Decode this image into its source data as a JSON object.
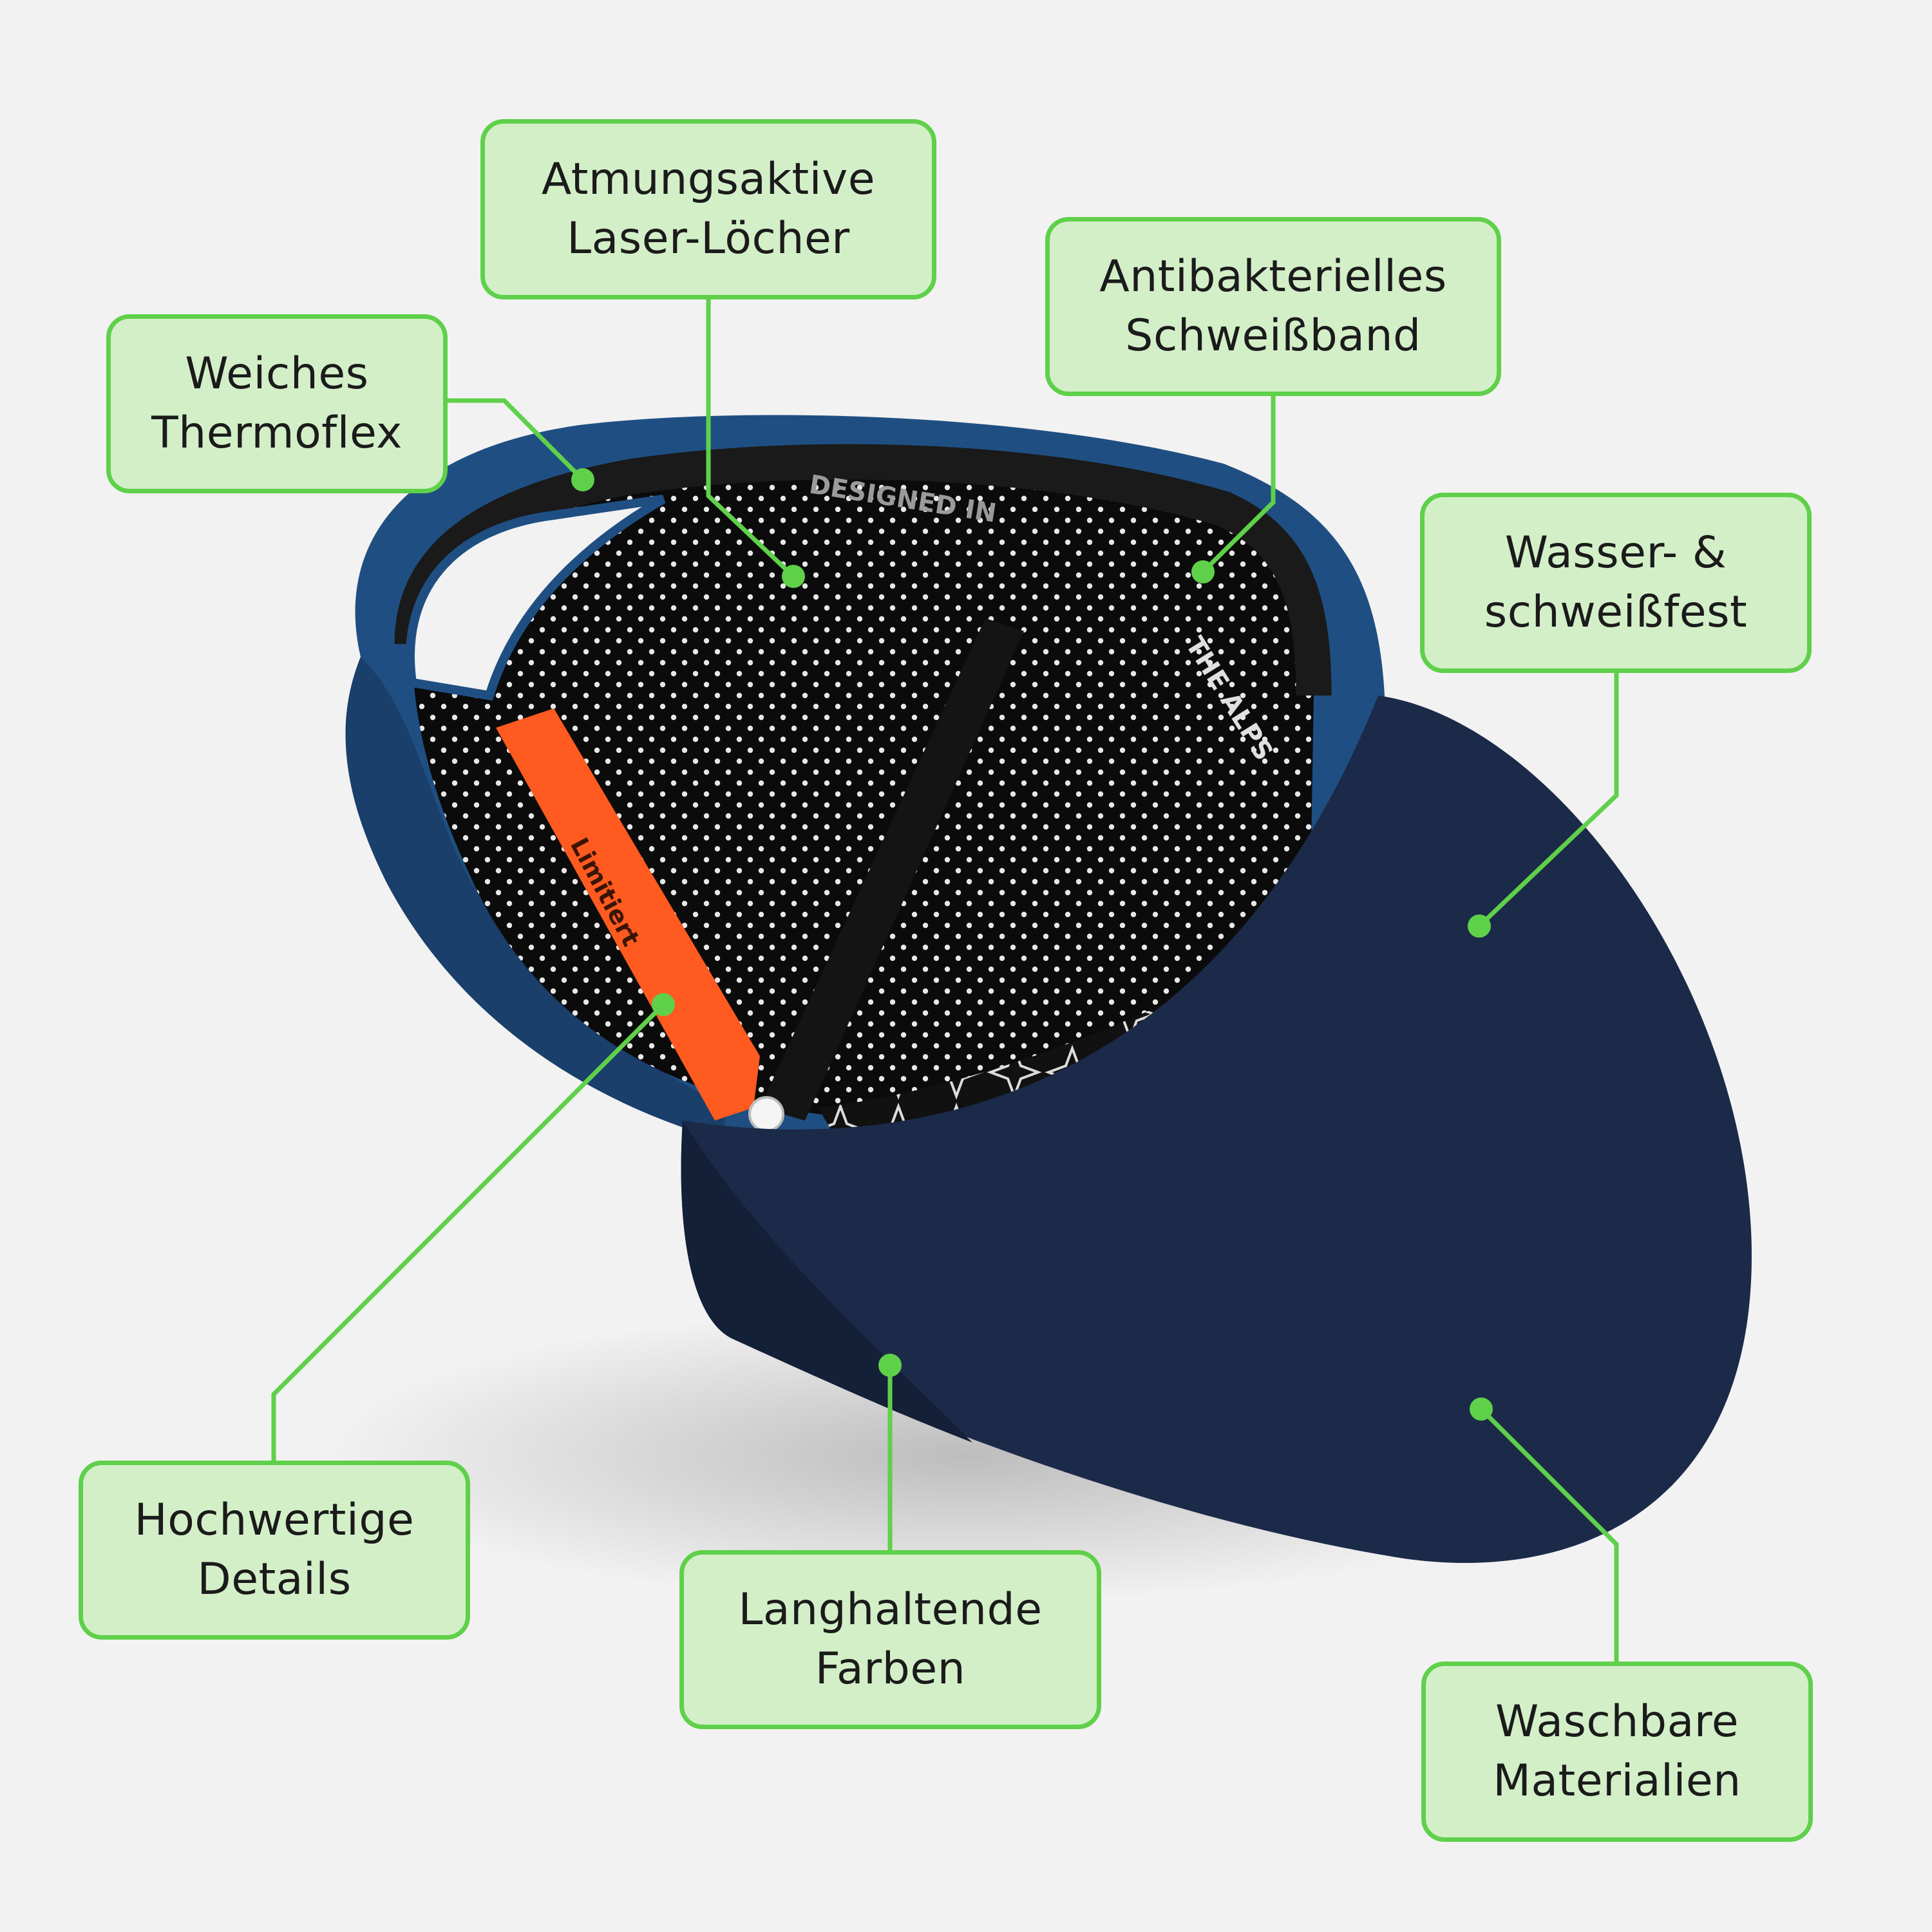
{
  "callouts": {
    "thermoflex": {
      "line1": "Weiches",
      "line2": "Thermoflex"
    },
    "laser_holes": {
      "line1": "Atmungsaktive",
      "line2": "Laser-Löcher"
    },
    "sweatband": {
      "line1": "Antibakterielles",
      "line2": "Schweißband"
    },
    "water_resistant": {
      "line1": "Wasser- &",
      "line2": "schweißfest"
    },
    "details": {
      "line1": "Hochwertige",
      "line2": "Details"
    },
    "colors": {
      "line1": "Langhaltende",
      "line2": "Farben"
    },
    "washable": {
      "line1": "Waschbare",
      "line2": "Materialien"
    }
  },
  "cap_print": {
    "designed_in": "DESIGNED IN",
    "the_alps": "THE ALPS",
    "strap_text": "Limitiert"
  },
  "colors": {
    "background": "#f2f2f2",
    "callout_fill": "#d3efc8",
    "callout_border": "#5fd04a",
    "leader_line": "#5fd04a",
    "cap_crown": "#1f4f82",
    "cap_visor": "#1b2a48",
    "cap_inner": "#0d0d0d",
    "strap_orange": "#ff5a1f"
  }
}
